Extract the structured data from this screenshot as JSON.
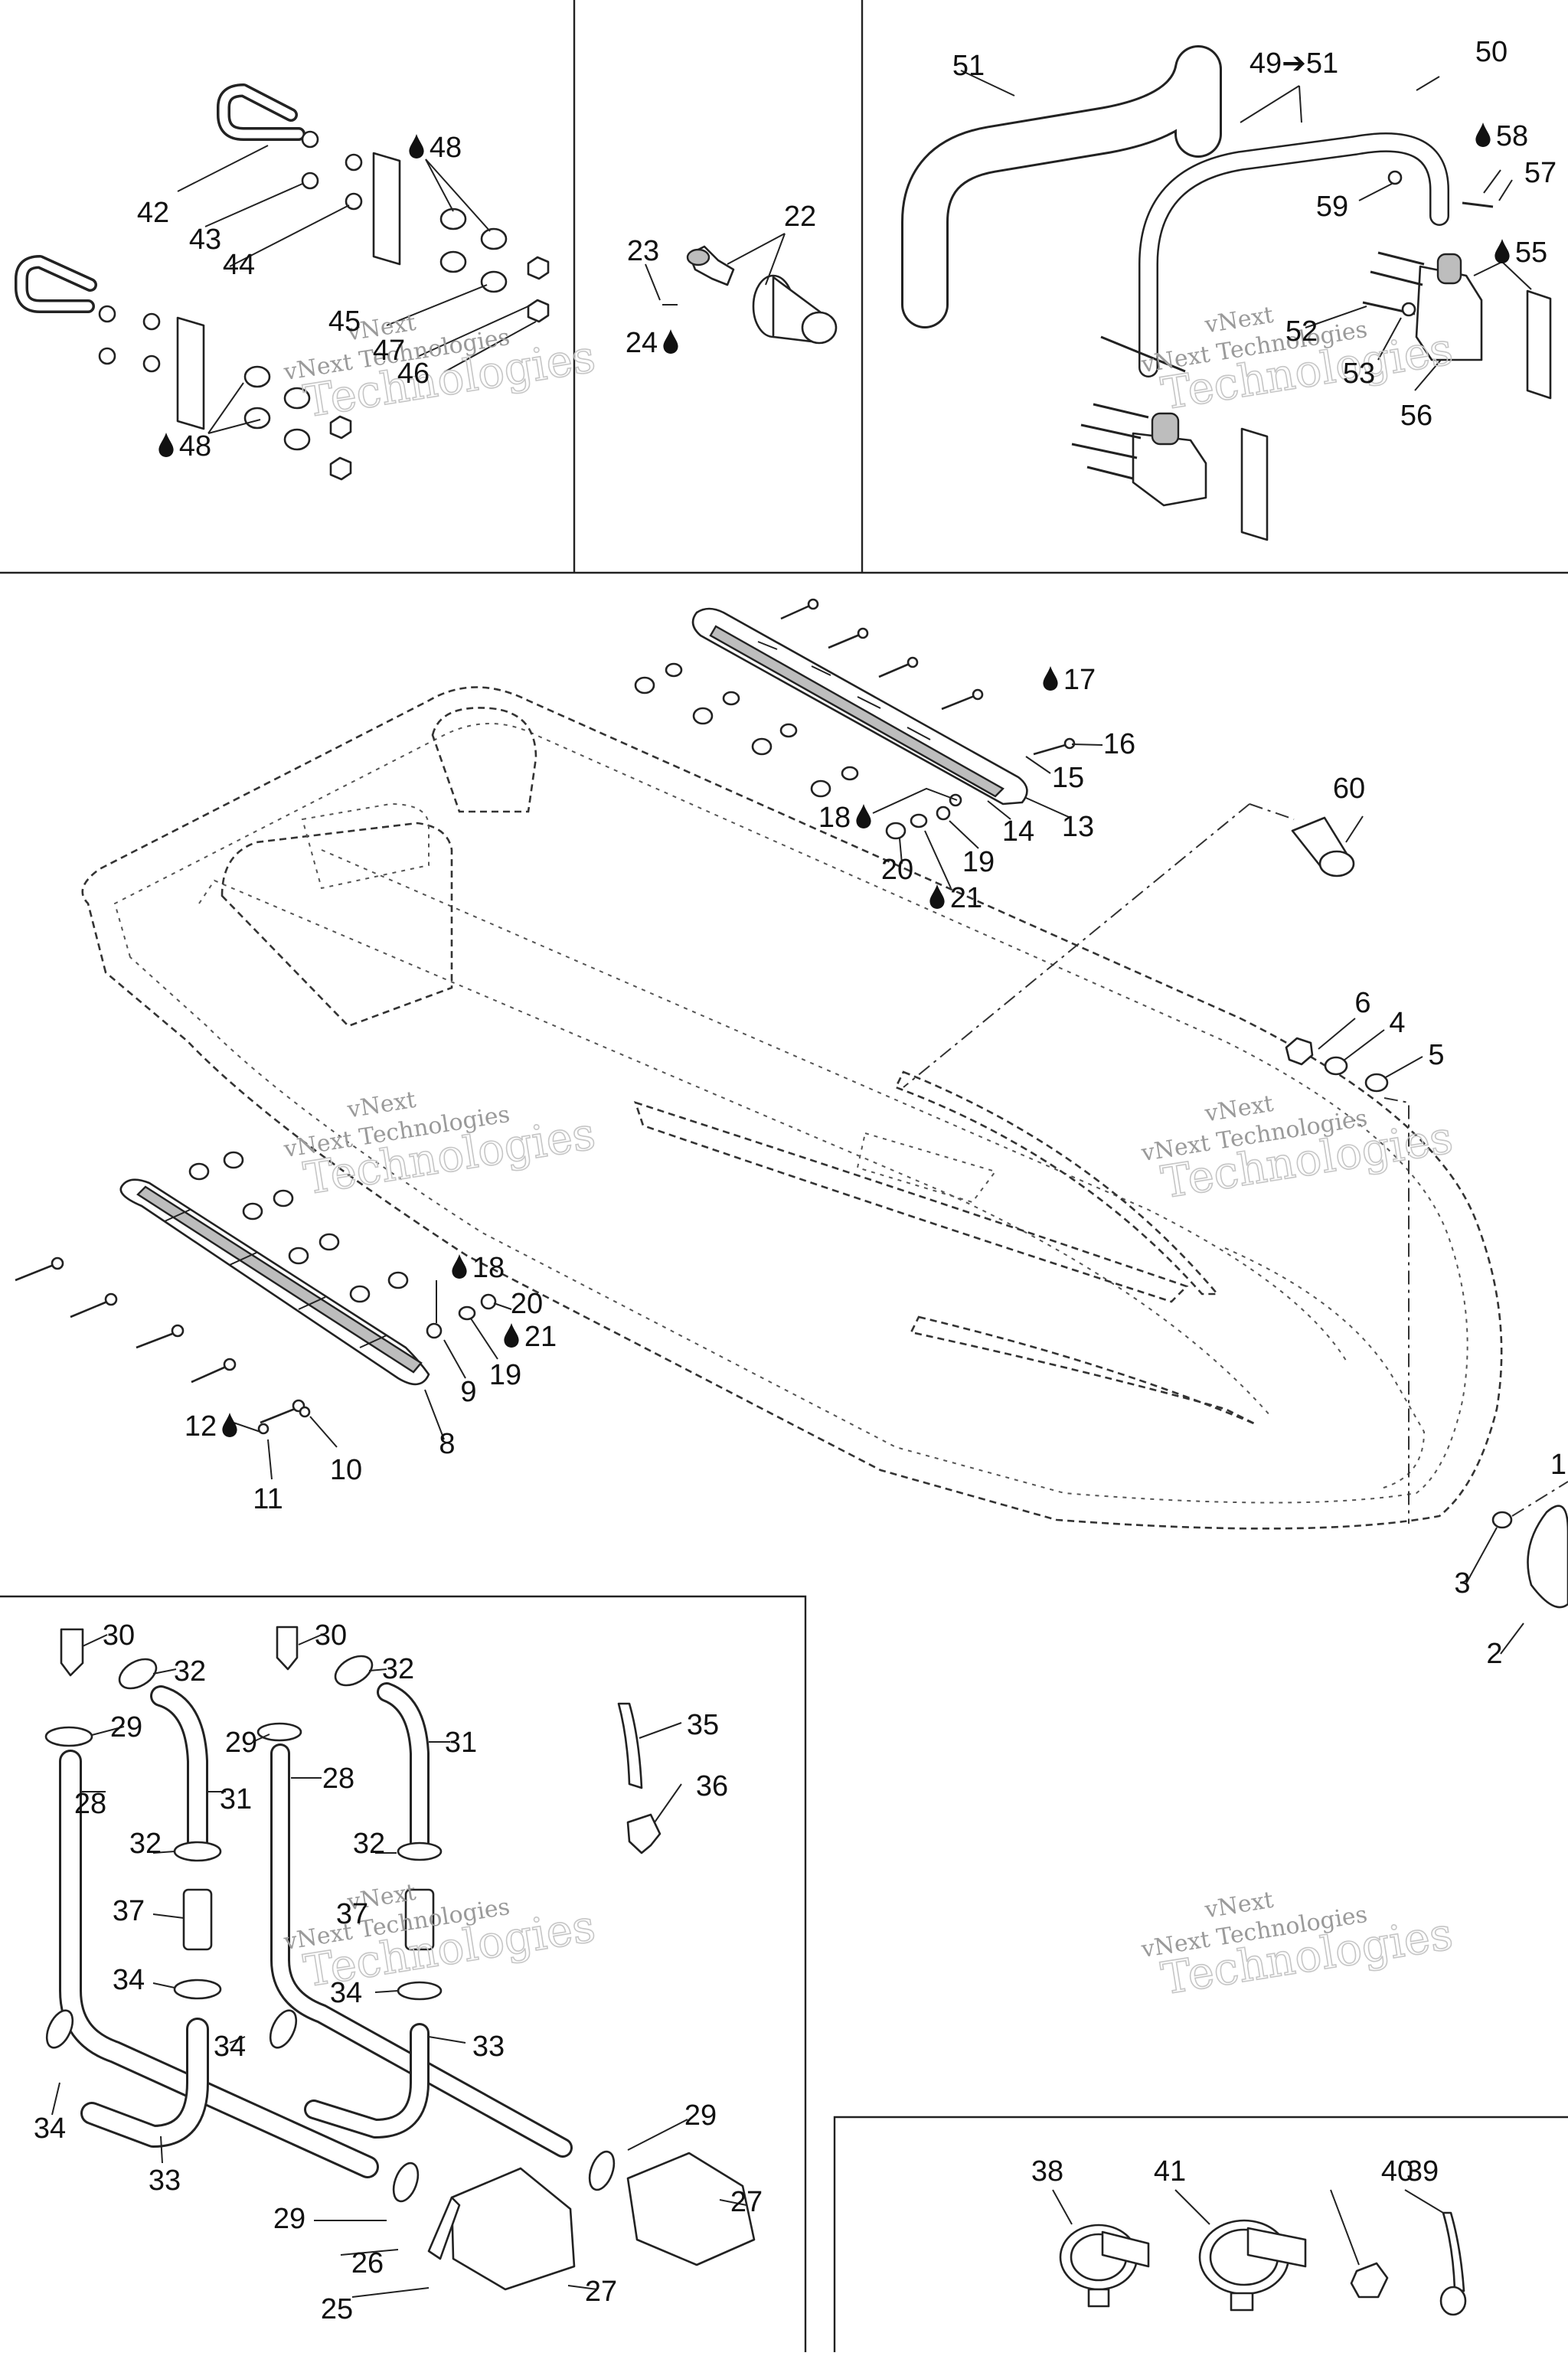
{
  "watermark": {
    "line1": "vNext",
    "line2": "Technologies",
    "outline": "Technologies"
  },
  "callouts": [
    "1",
    "2",
    "3",
    "4",
    "5",
    "6",
    "8",
    "9",
    "10",
    "11",
    "12",
    "13",
    "14",
    "15",
    "16",
    "17",
    "18",
    "19",
    "20",
    "21",
    "22",
    "23",
    "24",
    "25",
    "26",
    "27",
    "28",
    "29",
    "30",
    "31",
    "32",
    "33",
    "34",
    "35",
    "36",
    "37",
    "38",
    "39",
    "40",
    "41",
    "42",
    "43",
    "44",
    "45",
    "46",
    "47",
    "48",
    "49➔51",
    "50",
    "51",
    "52",
    "53",
    "55",
    "56",
    "57",
    "58",
    "59",
    "60"
  ],
  "icons": {
    "drop": "apply-adhesive-drop-icon",
    "arrow": "replaces-arrow"
  },
  "colors": {
    "line": "#222222",
    "watermark": "#9a9a9a",
    "background": "#ffffff"
  }
}
